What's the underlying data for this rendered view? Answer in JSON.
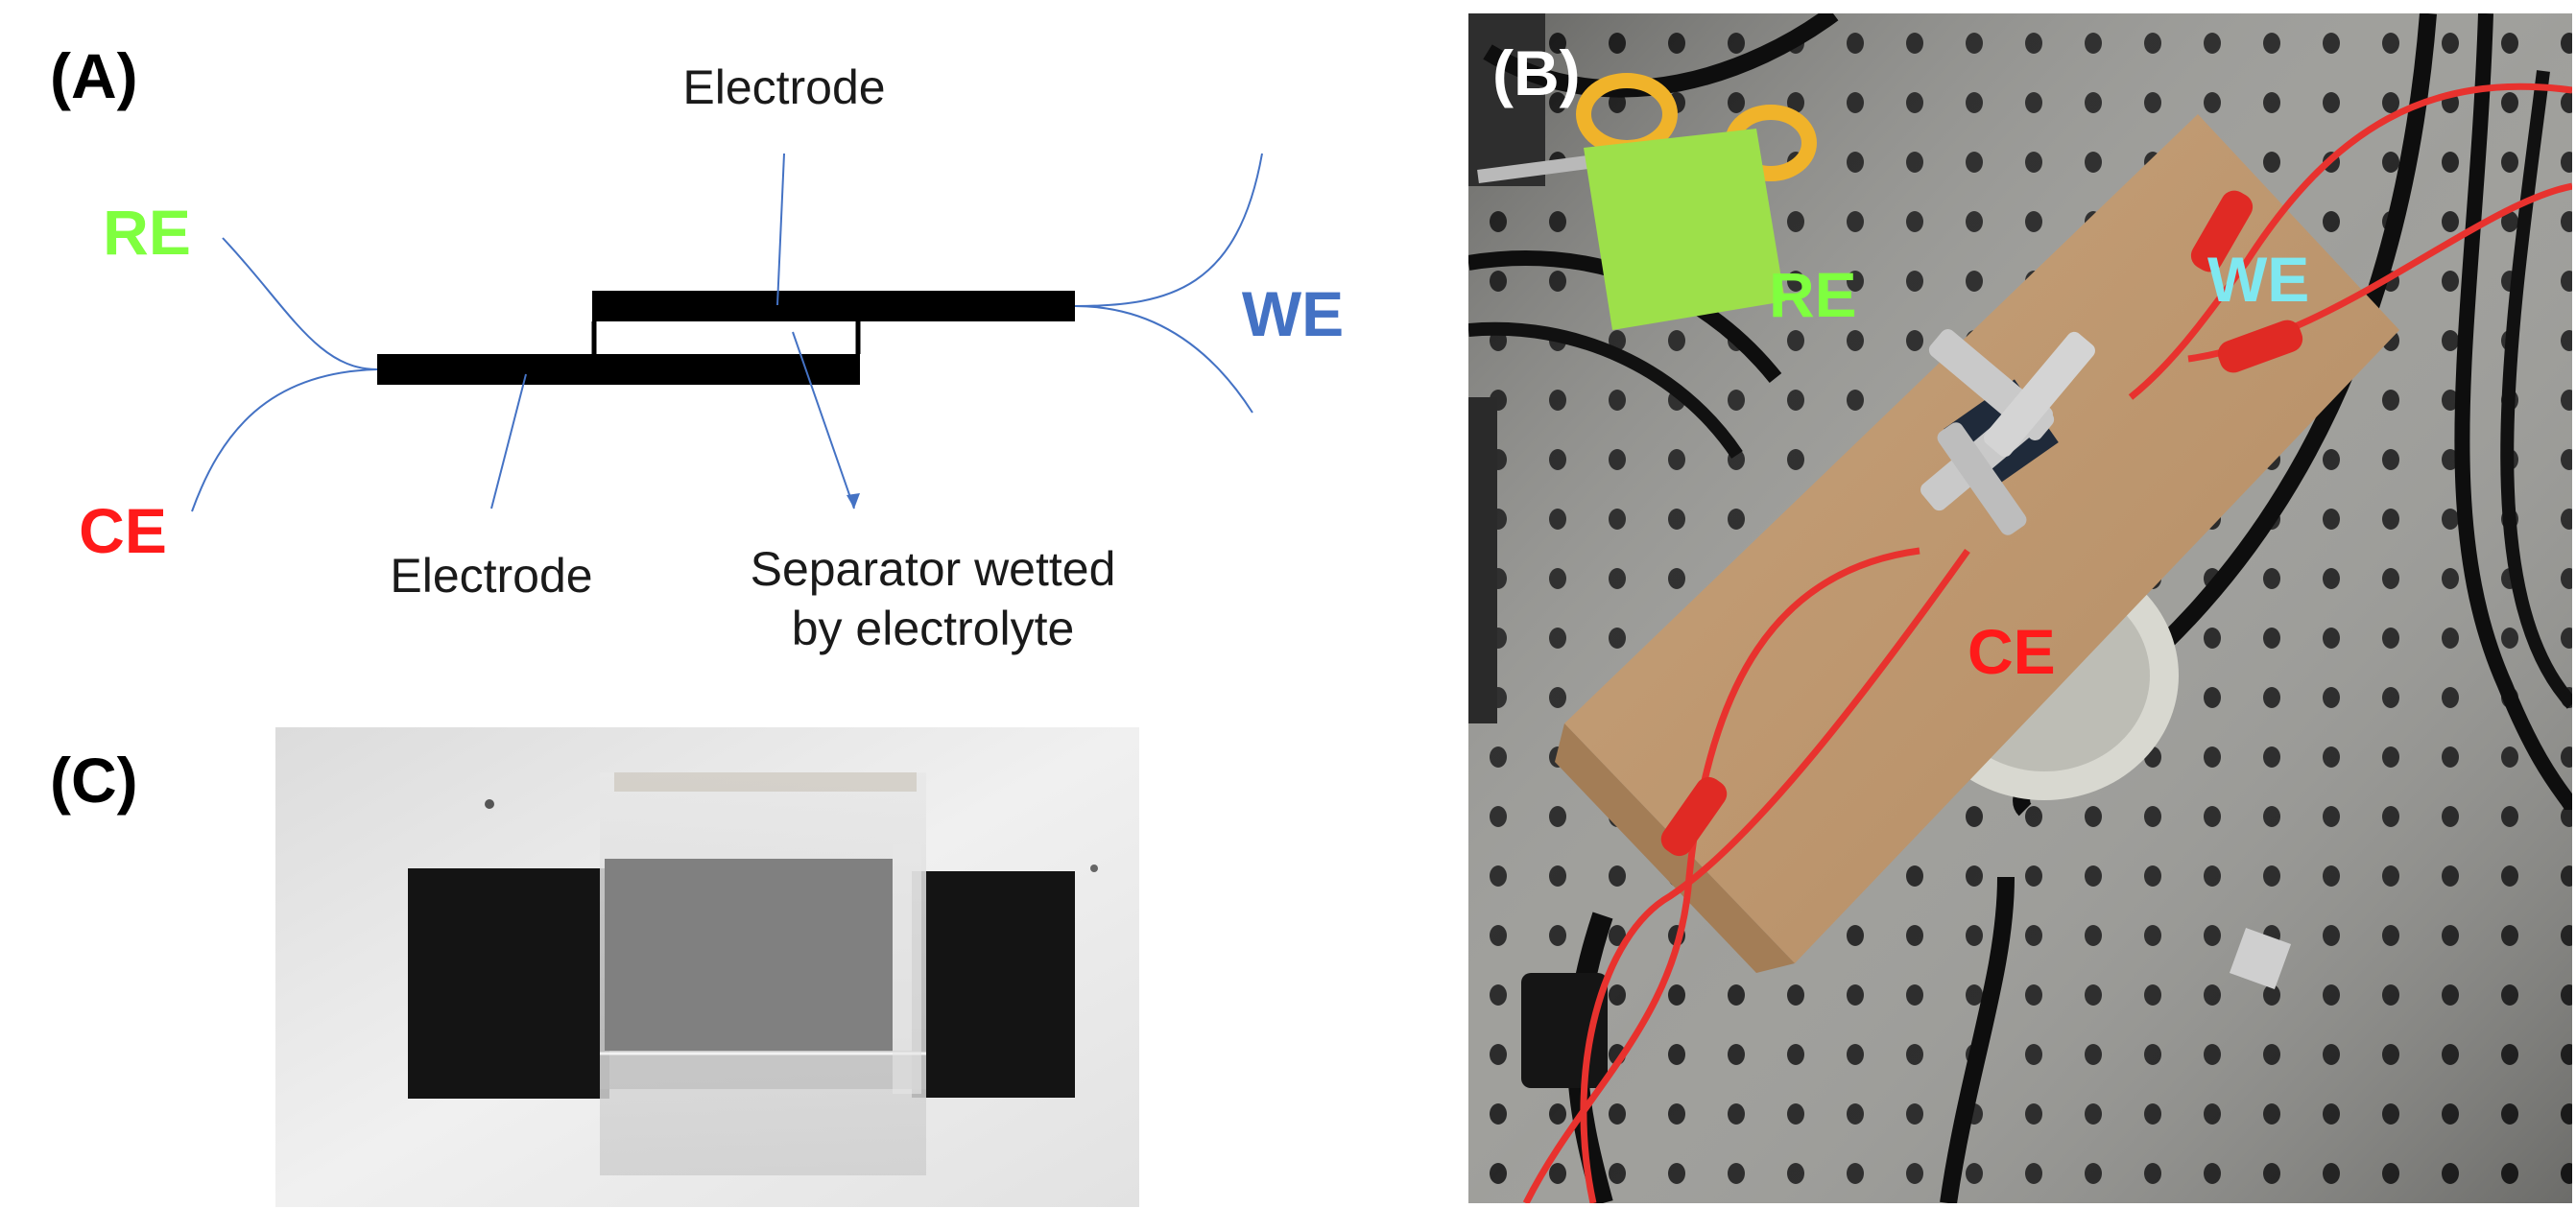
{
  "panel_a": {
    "label": "(A)",
    "electrode_top_label": "Electrode",
    "electrode_bottom_label": "Electrode",
    "separator_label_line1": "Separator wetted",
    "separator_label_line2": "by electrolyte",
    "re_label": "RE",
    "ce_label": "CE",
    "we_label": "WE",
    "re_color": "#7fff3f",
    "ce_color": "#ff1a1a",
    "we_color": "#4472c4",
    "wire_color": "#4472c4"
  },
  "panel_b": {
    "label": "(B)",
    "re_label": "RE",
    "ce_label": "CE",
    "we_label": "WE",
    "re_color": "#7fff3f",
    "ce_color": "#ff1a1a",
    "we_color": "#7fe8f0"
  },
  "panel_c": {
    "label": "(C)"
  }
}
